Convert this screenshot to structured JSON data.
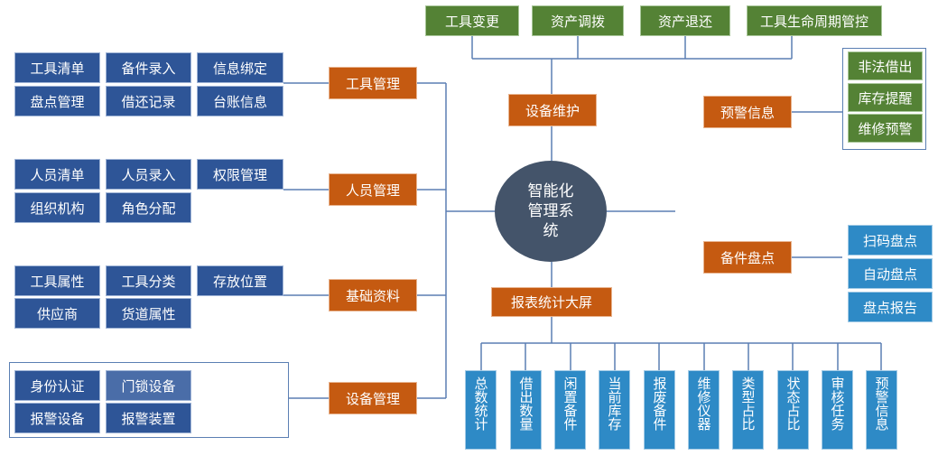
{
  "center": {
    "label": "智能化\n管理系\n统"
  },
  "top_branch": {
    "label": "设备维护",
    "items": [
      "工具变更",
      "资产调拨",
      "资产退还",
      "工具生命周期管控"
    ]
  },
  "left_branches": [
    {
      "label": "工具管理",
      "items": [
        "工具清单",
        "备件录入",
        "信息绑定",
        "盘点管理",
        "借还记录",
        "台账信息"
      ]
    },
    {
      "label": "人员管理",
      "items": [
        "人员清单",
        "人员录入",
        "权限管理",
        "组织机构",
        "角色分配"
      ]
    },
    {
      "label": "基础资料",
      "items": [
        "工具属性",
        "工具分类",
        "存放位置",
        "供应商",
        "货道属性"
      ]
    },
    {
      "label": "设备管理",
      "items": [
        "身份认证",
        "门锁设备",
        "报警设备",
        "报警装置"
      ]
    }
  ],
  "right_branches": [
    {
      "label": "预警信息",
      "items": [
        "非法借出",
        "库存提醒",
        "维修预警"
      ]
    },
    {
      "label": "备件盘点",
      "items": [
        "扫码盘点",
        "自动盘点",
        "盘点报告"
      ]
    }
  ],
  "bottom_branch": {
    "label": "报表统计大屏",
    "items": [
      "总数统计",
      "借出数量",
      "闲置备件",
      "当前库存",
      "报废备件",
      "维修仪器",
      "类型占比",
      "状态占比",
      "审核任务",
      "预警信息"
    ]
  },
  "colors": {
    "left_leaf": "#2e5597",
    "branch": "#c55a11",
    "top_leaf": "#548235",
    "right_leaf_warning": "#548235",
    "right_leaf_inventory": "#2e8ac6",
    "bottom_leaf": "#2e8ac6",
    "center": "#44546a",
    "line": "#5b7fb3"
  }
}
